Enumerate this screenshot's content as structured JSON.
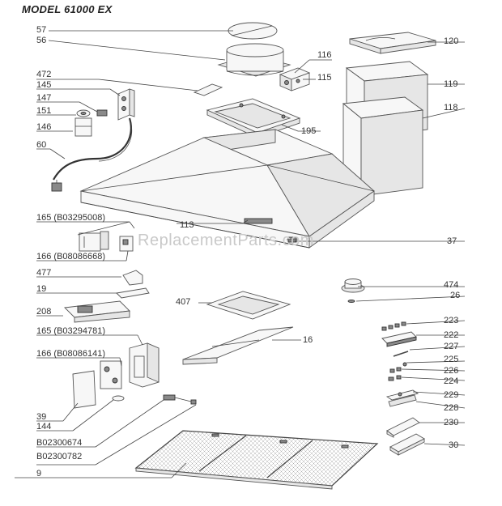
{
  "diagram": {
    "title": "MODEL 61000 EX",
    "watermark": "ReplacementParts.com",
    "callouts": [
      {
        "id": "c57",
        "text": "57"
      },
      {
        "id": "c56",
        "text": "56"
      },
      {
        "id": "c472",
        "text": "472"
      },
      {
        "id": "c145",
        "text": "145"
      },
      {
        "id": "c147",
        "text": "147"
      },
      {
        "id": "c151",
        "text": "151"
      },
      {
        "id": "c146",
        "text": "146"
      },
      {
        "id": "c60",
        "text": "60"
      },
      {
        "id": "c165a",
        "text": "165 (B03295008)"
      },
      {
        "id": "c166a",
        "text": "166 (B08086668)"
      },
      {
        "id": "c477",
        "text": "477"
      },
      {
        "id": "c19",
        "text": "19"
      },
      {
        "id": "c208",
        "text": "208"
      },
      {
        "id": "c165b",
        "text": "165 (B03294781)"
      },
      {
        "id": "c166b",
        "text": "166 (B08086141)"
      },
      {
        "id": "c39",
        "text": "39"
      },
      {
        "id": "c144",
        "text": "144"
      },
      {
        "id": "cB674",
        "text": "B02300674"
      },
      {
        "id": "cB782",
        "text": "B02300782"
      },
      {
        "id": "c9",
        "text": "9"
      },
      {
        "id": "c116",
        "text": "116"
      },
      {
        "id": "c115",
        "text": "115"
      },
      {
        "id": "c120",
        "text": "120"
      },
      {
        "id": "c119",
        "text": "119"
      },
      {
        "id": "c118",
        "text": "118"
      },
      {
        "id": "c195",
        "text": "195"
      },
      {
        "id": "c113",
        "text": "113"
      },
      {
        "id": "c37",
        "text": "37"
      },
      {
        "id": "c407",
        "text": "407"
      },
      {
        "id": "c16",
        "text": "16"
      },
      {
        "id": "c474",
        "text": "474"
      },
      {
        "id": "c26",
        "text": "26"
      },
      {
        "id": "c223",
        "text": "223"
      },
      {
        "id": "c222",
        "text": "222"
      },
      {
        "id": "c227",
        "text": "227"
      },
      {
        "id": "c225",
        "text": "225"
      },
      {
        "id": "c226",
        "text": "226"
      },
      {
        "id": "c224",
        "text": "224"
      },
      {
        "id": "c229",
        "text": "229"
      },
      {
        "id": "c228",
        "text": "228"
      },
      {
        "id": "c230",
        "text": "230"
      },
      {
        "id": "c30",
        "text": "30"
      }
    ]
  }
}
